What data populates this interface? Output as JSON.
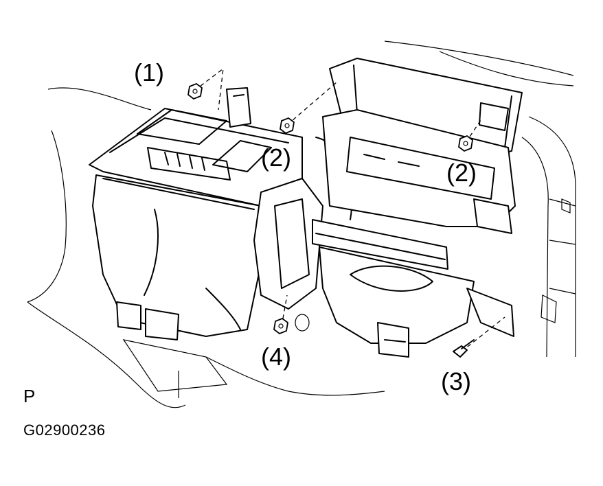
{
  "figure": {
    "view_letter": "P",
    "figure_code": "G02900236"
  },
  "callouts": {
    "part_1": "(1)",
    "part_2_left": "(2)",
    "part_2_right": "(2)",
    "part_3": "(3)",
    "part_4": "(4)"
  }
}
